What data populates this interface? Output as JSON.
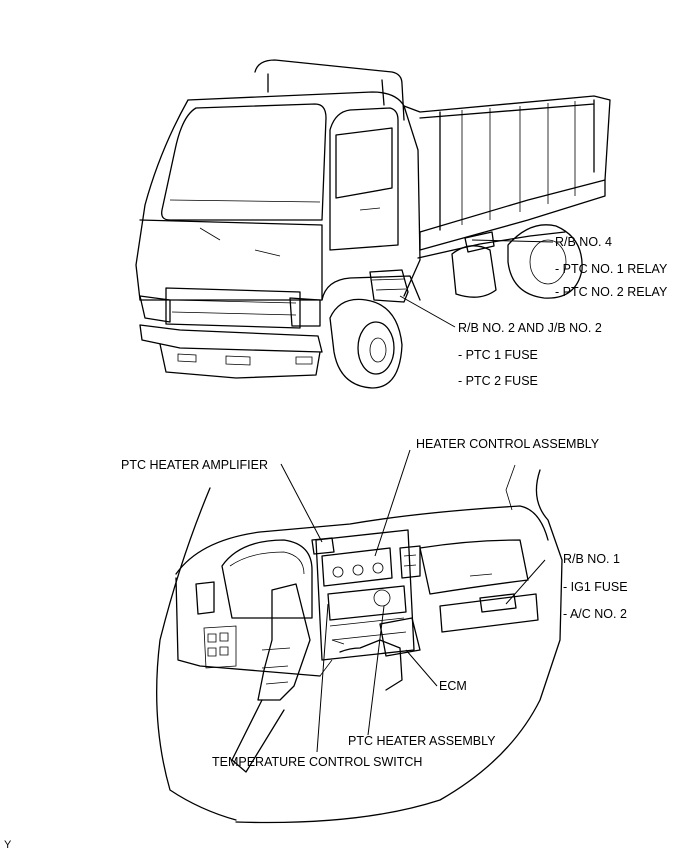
{
  "labels": {
    "rb4": "R/B NO. 4",
    "ptc1_relay": "- PTC NO. 1 RELAY",
    "ptc2_relay": "- PTC NO. 2 RELAY",
    "rb2_jb2": "R/B NO. 2 AND J/B NO. 2",
    "ptc1_fuse": "- PTC 1 FUSE",
    "ptc2_fuse": "- PTC 2 FUSE",
    "heater_control": "HEATER CONTROL ASSEMBLY",
    "ptc_amp": "PTC HEATER AMPLIFIER",
    "rb1": "R/B NO. 1",
    "ig1_fuse": "- IG1 FUSE",
    "ac2": "- A/C NO. 2",
    "ecm": "ECM",
    "ptc_assy": "PTC HEATER ASSEMBLY",
    "temp_switch": "TEMPERATURE CONTROL SWITCH",
    "corner": "Y"
  }
}
